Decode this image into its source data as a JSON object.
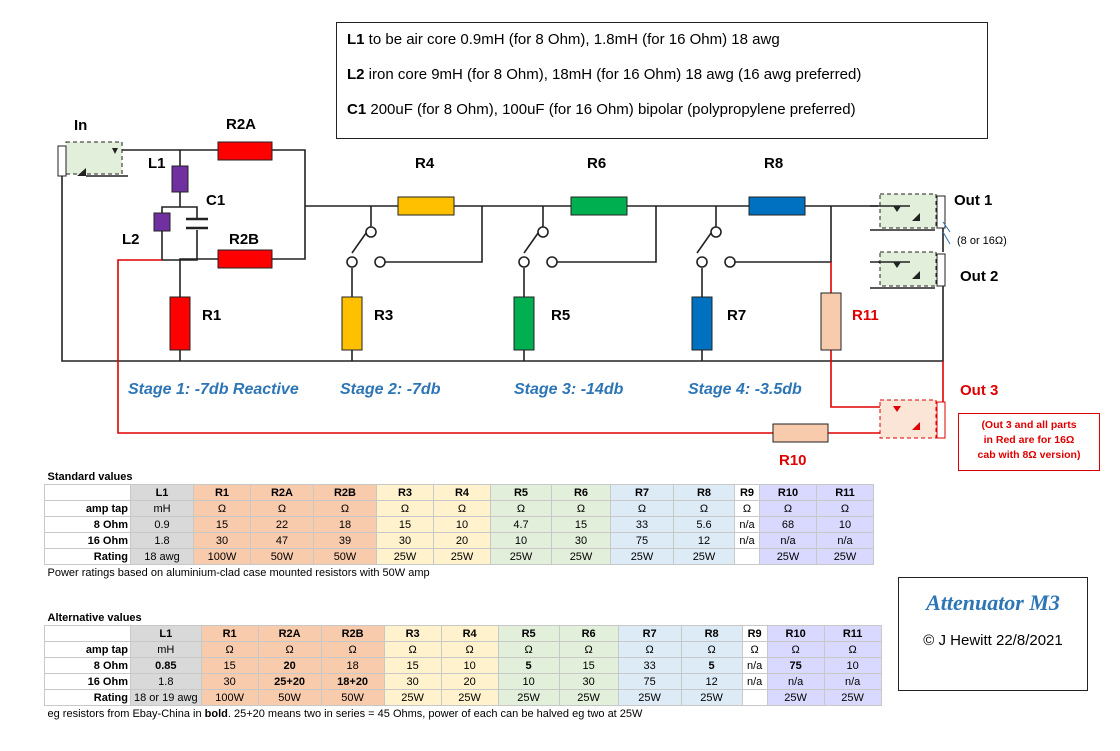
{
  "notes": [
    {
      "label": "L1",
      "text": " to be air core 0.9mH (for 8 Ohm), 1.8mH (for 16 Ohm) 18 awg"
    },
    {
      "label": "L2",
      "text": " iron core 9mH (for 8 Ohm), 18mH (for 16 Ohm) 18 awg (16 awg preferred)"
    },
    {
      "label": "C1",
      "text": " 200uF (for 8 Ohm), 100uF (for 16 Ohm) bipolar (polypropylene preferred)"
    }
  ],
  "labels": {
    "in": "In",
    "l1": "L1",
    "l2": "L2",
    "c1": "C1",
    "r2a": "R2A",
    "r2b": "R2B",
    "r1": "R1",
    "r3": "R3",
    "r4": "R4",
    "r5": "R5",
    "r6": "R6",
    "r7": "R7",
    "r8": "R8",
    "r10": "R10",
    "r11": "R11",
    "out1": "Out 1",
    "out2": "Out 2",
    "out3": "Out 3",
    "out_note": "(8 or 16Ω)"
  },
  "stages": [
    "Stage 1:  -7db Reactive",
    "Stage 2:  -7db",
    "Stage 3:  -14db",
    "Stage 4:  -3.5db"
  ],
  "red_note": [
    "(Out 3 and all parts",
    "in Red are for 16Ω",
    "cab with 8Ω version)"
  ],
  "colors": {
    "red": "#E00000",
    "yellow": "#FFC000",
    "green": "#00B050",
    "blue": "#0070C0",
    "purple": "#7030A0",
    "peach": "#F8CBAD",
    "stage_text": "#2E75B6"
  },
  "tables": {
    "columns": [
      "",
      "L1",
      "R1",
      "R2A",
      "R2B",
      "R3",
      "R4",
      "R5",
      "R6",
      "R7",
      "R8",
      "R9",
      "R10",
      "R11"
    ],
    "standard": {
      "caption": "Standard values",
      "rows": [
        [
          "amp tap",
          "mH",
          "Ω",
          "Ω",
          "Ω",
          "Ω",
          "Ω",
          "Ω",
          "Ω",
          "Ω",
          "Ω",
          "Ω",
          "Ω",
          "Ω"
        ],
        [
          "8 Ohm",
          "0.9",
          "15",
          "22",
          "18",
          "15",
          "10",
          "4.7",
          "15",
          "33",
          "5.6",
          "n/a",
          "68",
          "10"
        ],
        [
          "16 Ohm",
          "1.8",
          "30",
          "47",
          "39",
          "30",
          "20",
          "10",
          "30",
          "75",
          "12",
          "n/a",
          "n/a",
          "n/a"
        ],
        [
          "Rating",
          "18 awg",
          "100W",
          "50W",
          "50W",
          "25W",
          "25W",
          "25W",
          "25W",
          "25W",
          "25W",
          "",
          "25W",
          "25W"
        ]
      ],
      "footnote": "Power ratings based on aluminium-clad case mounted resistors with 50W amp"
    },
    "alternative": {
      "caption": "Alternative  values",
      "rows": [
        [
          "amp tap",
          "mH",
          "Ω",
          "Ω",
          "Ω",
          "Ω",
          "Ω",
          "Ω",
          "Ω",
          "Ω",
          "Ω",
          "Ω",
          "Ω",
          "Ω"
        ],
        [
          "8 Ohm",
          "0.85",
          "15",
          "20",
          "18",
          "15",
          "10",
          "5",
          "15",
          "33",
          "5",
          "n/a",
          "75",
          "10"
        ],
        [
          "16 Ohm",
          "1.8",
          "30",
          "25+20",
          "18+20",
          "30",
          "20",
          "10",
          "30",
          "75",
          "12",
          "n/a",
          "n/a",
          "n/a"
        ],
        [
          "Rating",
          "18 or 19 awg",
          "100W",
          "50W",
          "50W",
          "25W",
          "25W",
          "25W",
          "25W",
          "25W",
          "25W",
          "",
          "25W",
          "25W"
        ]
      ],
      "footnote_pre": "eg resistors from Ebay-China in ",
      "footnote_bold": "bold",
      "footnote_post": ".  25+20 means two in series = 45 Ohms, power of each can be halved eg two at 25W"
    }
  },
  "credit": {
    "title": "Attenuator M3",
    "copyright": "© J Hewitt 22/8/2021"
  }
}
